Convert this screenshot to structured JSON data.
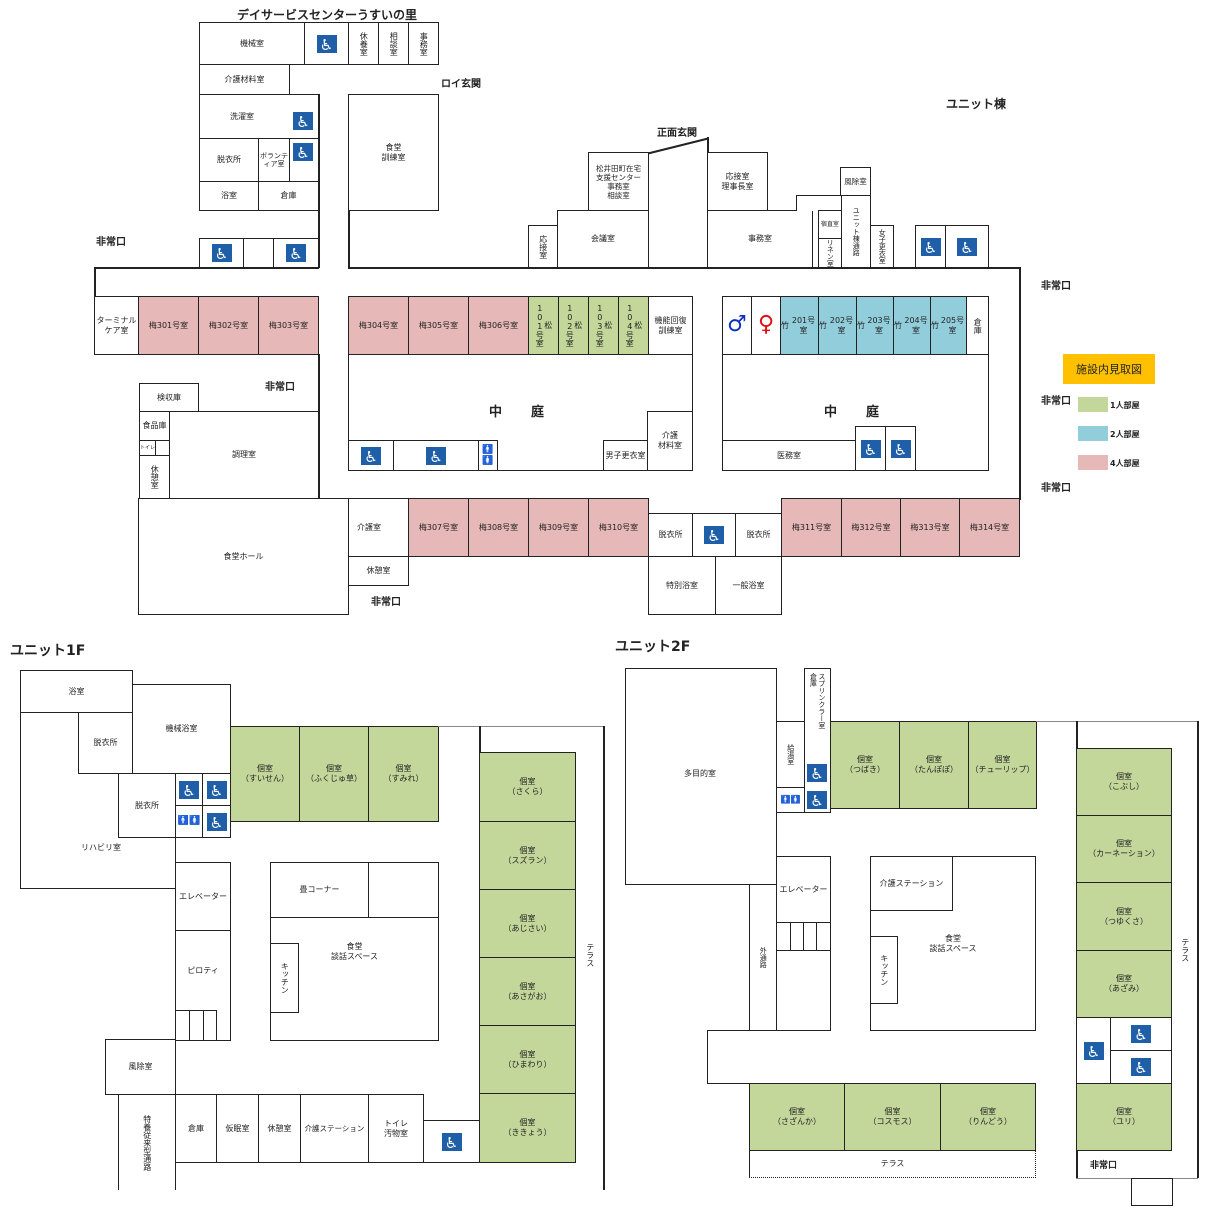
{
  "main": {
    "title": "デイサービスセンターうすいの里",
    "unit_building": "ユニット棟",
    "front_entrance": "正面玄関",
    "day_entrance": "ロイ玄関",
    "emergency_exit": "非常口",
    "courtyard": "中　庭",
    "rooms": {
      "machine": "機械室",
      "rest": "休養室",
      "consult": "相談室",
      "office_small": "事務室",
      "care_materials": "介護材料室",
      "laundry": "洗濯室",
      "dressing": "脱衣所",
      "volunteer": "ボランティア室",
      "bath": "浴室",
      "storage": "倉庫",
      "dining_training": "食堂\n訓練室",
      "terminal_care": "ターミナル\nケア室",
      "matsuida": "松井田町在宅\n支援センター\n事務室\n相談室",
      "reception": "応接室",
      "meeting": "会議室",
      "reception_director": "応接室\n理事長室",
      "office": "事務室",
      "windbreak": "風除室",
      "duty": "宿直室",
      "linen": "リネン室",
      "unit_passage": "ユニット棟通路",
      "women_locker": "女子更衣室",
      "rehab_training": "機能回復\n訓練室",
      "men_locker": "男子更衣室",
      "care_materials2": "介護\n材料室",
      "medical": "医務室",
      "inspection": "検収庫",
      "food_storage": "食品庫",
      "toilet": "トイレ",
      "break_room": "休憩室",
      "kitchen": "調理室",
      "dining_hall": "食堂ホール",
      "care_room": "介護室",
      "special_bath": "特別浴室",
      "general_bath": "一般浴室"
    },
    "ume_rooms": [
      {
        "n": "梅",
        "r": "301号室"
      },
      {
        "n": "梅",
        "r": "302号室"
      },
      {
        "n": "梅",
        "r": "303号室"
      },
      {
        "n": "梅",
        "r": "304号室"
      },
      {
        "n": "梅",
        "r": "305号室"
      },
      {
        "n": "梅",
        "r": "306号室"
      },
      {
        "n": "梅",
        "r": "307号室"
      },
      {
        "n": "梅",
        "r": "308号室"
      },
      {
        "n": "梅",
        "r": "309号室"
      },
      {
        "n": "梅",
        "r": "310号室"
      },
      {
        "n": "梅",
        "r": "311号室"
      },
      {
        "n": "梅",
        "r": "312号室"
      },
      {
        "n": "梅",
        "r": "313号室"
      },
      {
        "n": "梅",
        "r": "314号室"
      }
    ],
    "matsu_rooms": [
      {
        "n": "松",
        "r": "101号室"
      },
      {
        "n": "松",
        "r": "102号室"
      },
      {
        "n": "松",
        "r": "103号室"
      },
      {
        "n": "松",
        "r": "104号室"
      }
    ],
    "take_rooms": [
      {
        "n": "竹",
        "r": "201号室"
      },
      {
        "n": "竹",
        "r": "202号室"
      },
      {
        "n": "竹",
        "r": "203号室"
      },
      {
        "n": "竹",
        "r": "204号室"
      },
      {
        "n": "竹",
        "r": "205号室"
      }
    ]
  },
  "legend": {
    "title": "施設内見取図",
    "items": [
      {
        "label": "1人部屋",
        "color": "#c4d79b"
      },
      {
        "label": "2人部屋",
        "color": "#92cddc"
      },
      {
        "label": "4人部屋",
        "color": "#e6b8b7"
      }
    ]
  },
  "unit1f": {
    "title": "ユニット1F",
    "bath": "浴室",
    "machine_bath": "機械浴室",
    "dressing": "脱衣所",
    "rehab": "リハビリ室",
    "elevator": "エレベーター",
    "piloti": "ピロティ",
    "tatami": "畳コーナー",
    "dining": "食堂\n談話スペース",
    "kitchen": "キッチン",
    "windbreak": "風除室",
    "passage": "特養従来型通路",
    "storage": "倉庫",
    "nap": "仮眠室",
    "break": "休憩室",
    "station": "介護ステーション",
    "toilet": "トイレ\n汚物室",
    "terrace": "テラス",
    "rooms_top": [
      "個室\n（すいせん）",
      "個室\n（ふくじゅ草）",
      "個室\n（すみれ）"
    ],
    "rooms_right": [
      "個室\n（さくら）",
      "個室\n（スズラン）",
      "個室\n（あじさい）",
      "個室\n（あさがお）",
      "個室\n（ひまわり）",
      "個室\n（ききょう）"
    ]
  },
  "unit2f": {
    "title": "ユニット2F",
    "multi": "多目的室",
    "storage": "倉庫",
    "sprinkler": "スプリンクラー室",
    "hot_water": "給湯室",
    "elevator": "エレベーター",
    "outer_passage": "外通路",
    "station": "介護ステーション",
    "dining": "食堂\n談話スペース",
    "kitchen": "キッチン",
    "terrace": "テラス",
    "emergency_exit": "非常口",
    "rooms_top": [
      "個室\n（つばき）",
      "個室\n（たんぽぽ）",
      "個室\n（チューリップ）"
    ],
    "rooms_right": [
      "個室\n（こぶし）",
      "個室\n（カーネーション）",
      "個室\n（つゆくさ）",
      "個室\n（あざみ）",
      "個室\n（ユリ）"
    ],
    "rooms_bottom": [
      "個室\n（さざんか）",
      "個室\n（コスモス）",
      "個室\n（りんどう）"
    ]
  },
  "icons": {
    "wheelchair": "♿",
    "toilet": "🚹🚺"
  }
}
